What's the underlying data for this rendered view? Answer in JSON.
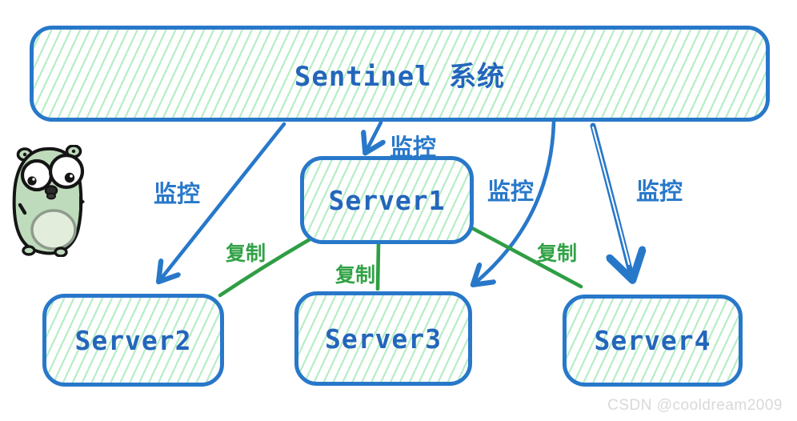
{
  "nodes": {
    "sentinel": {
      "label": "Sentinel 系统"
    },
    "server1": {
      "label": "Server1"
    },
    "server2": {
      "label": "Server2"
    },
    "server3": {
      "label": "Server3"
    },
    "server4": {
      "label": "Server4"
    }
  },
  "edges": [
    {
      "from": "sentinel",
      "to": "server2",
      "label": "监控",
      "kind": "monitor"
    },
    {
      "from": "sentinel",
      "to": "server1",
      "label": "监控",
      "kind": "monitor"
    },
    {
      "from": "sentinel",
      "to": "server3",
      "label": "监控",
      "kind": "monitor"
    },
    {
      "from": "sentinel",
      "to": "server4",
      "label": "监控",
      "kind": "monitor"
    },
    {
      "from": "server1",
      "to": "server2",
      "label": "复制",
      "kind": "replicate"
    },
    {
      "from": "server1",
      "to": "server3",
      "label": "复制",
      "kind": "replicate"
    },
    {
      "from": "server1",
      "to": "server4",
      "label": "复制",
      "kind": "replicate"
    }
  ],
  "colors": {
    "monitor_blue": "#2878ca",
    "replicate_green": "#2f9e44",
    "node_text_blue": "#2366bb",
    "hatch_green": "#7cde98",
    "watermark_gray": "#d9d9d9"
  },
  "watermark": "CSDN @cooldream2009"
}
